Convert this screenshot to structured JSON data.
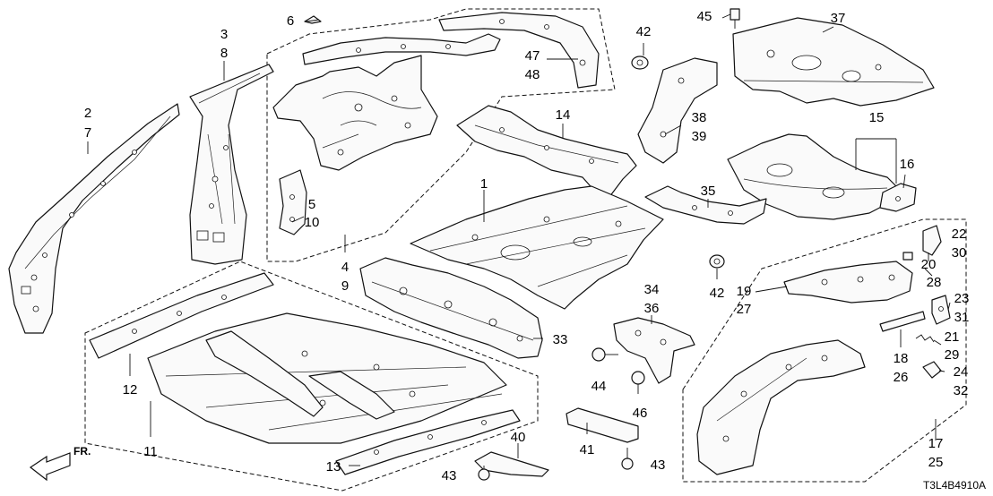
{
  "diagram": {
    "drawing_code": "T3L4B4910A",
    "direction_label": "FR.",
    "callouts": {
      "c1": "1",
      "c2": "2",
      "c3": "3",
      "c4": "4",
      "c5": "5",
      "c6": "6",
      "c7": "7",
      "c8": "8",
      "c9": "9",
      "c10": "10",
      "c11": "11",
      "c12": "12",
      "c13": "13",
      "c14": "14",
      "c15": "15",
      "c16": "16",
      "c17": "17",
      "c18": "18",
      "c19": "19",
      "c20": "20",
      "c21": "21",
      "c22": "22",
      "c23": "23",
      "c24": "24",
      "c25": "25",
      "c26": "26",
      "c27": "27",
      "c28": "28",
      "c29": "29",
      "c30": "30",
      "c31": "31",
      "c32": "32",
      "c33": "33",
      "c34": "34",
      "c35": "35",
      "c36": "36",
      "c37": "37",
      "c38": "38",
      "c39": "39",
      "c40": "40",
      "c41": "41",
      "c42": "42",
      "c43": "43",
      "c44": "44",
      "c45": "45",
      "c46": "46",
      "c47": "47",
      "c48": "48"
    }
  }
}
